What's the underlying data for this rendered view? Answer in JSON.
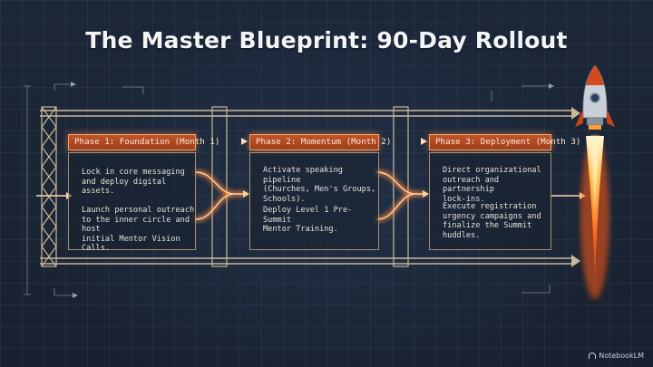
{
  "title": "The Master Blueprint: 90-Day Rollout",
  "phases": [
    {
      "header": "Phase 1: Foundation (Month 1)",
      "bullets": [
        "Lock in core messaging\nand deploy digital assets.",
        "Launch personal outreach\nto the inner circle and host\ninitial Mentor Vision Calls."
      ]
    },
    {
      "header": "Phase 2: Momentum (Month 2)",
      "bullets": [
        "Activate speaking pipeline\n(Churches, Men's Groups,\nSchools).",
        "Deploy Level 1 Pre-Summit\nMentor Training."
      ]
    },
    {
      "header": "Phase 3: Deployment (Month 3)",
      "bullets": [
        "Direct organizational\noutreach and partnership\nlock-ins.",
        "Execute registration\nurgency campaigns and\nfinalize the Summit\nhuddles."
      ]
    }
  ],
  "watermark": "NotebookLM",
  "colors": {
    "background": "#1b2638",
    "accent": "#ff8a3c",
    "header_fill": "#b04a22",
    "blueprint_line": "#c9b79a"
  },
  "icons": {
    "rocket": "rocket-icon",
    "flow_arrow": "arrow-right-icon"
  }
}
